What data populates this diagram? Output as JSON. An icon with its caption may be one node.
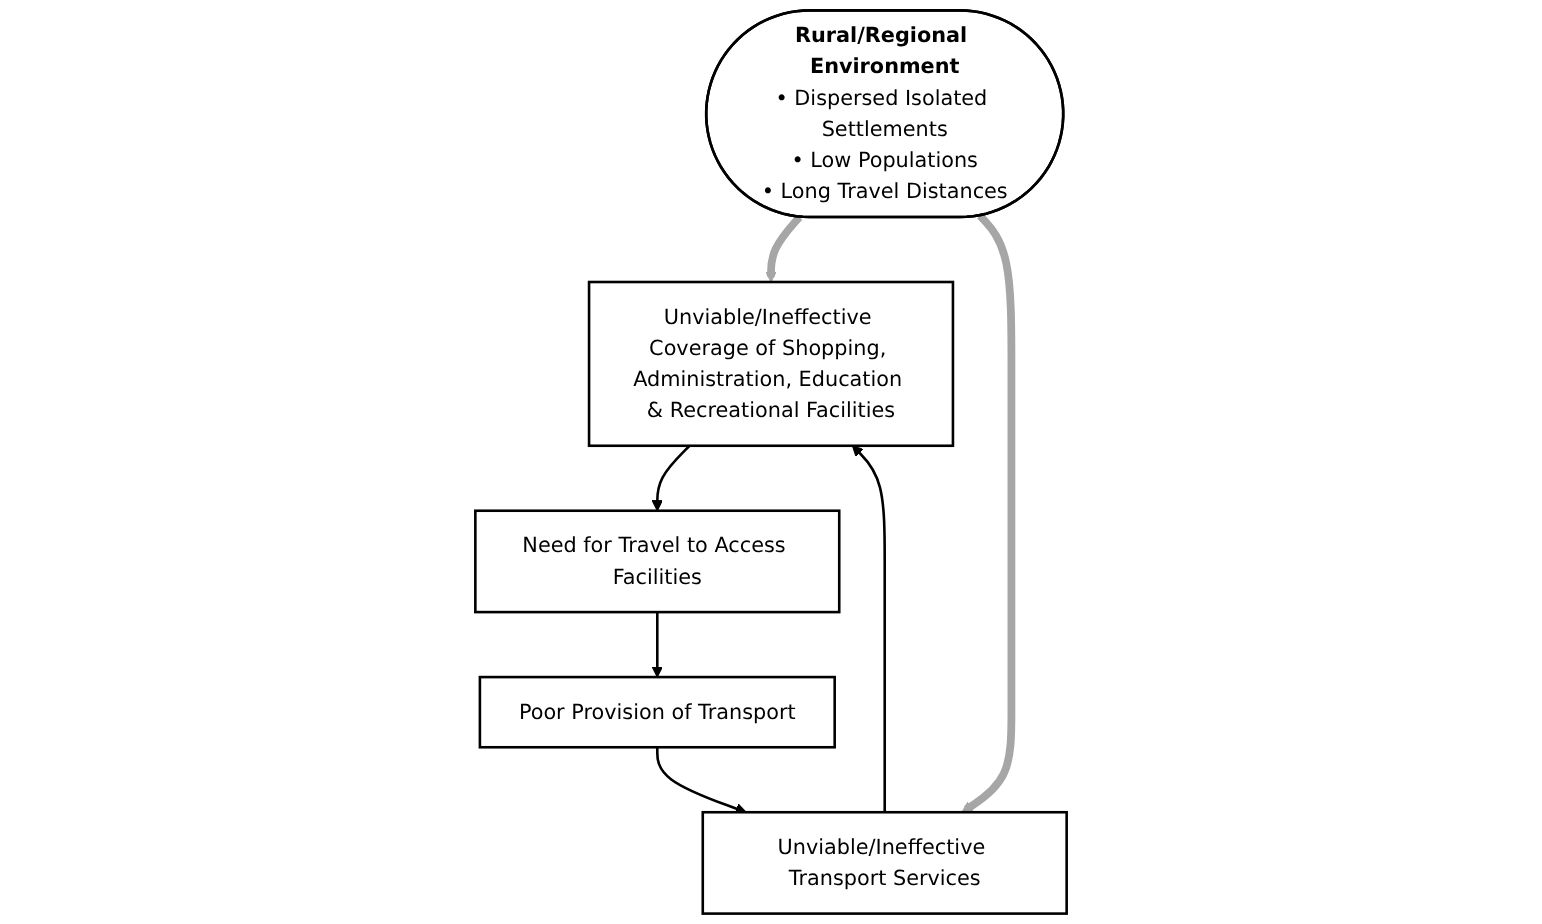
{
  "diagram": {
    "nodes": [
      {
        "text": [
          "Unviable/Ineffective Coverage of Shopping, Administration, Education & Recreational Facilities"
        ]
      },
      {
        "text": [
          "Unviable/Ineffective Transport Services"
        ]
      },
      {
        "text": [
          "Rural/Regional Environment",
          "• Dispersed Isolated Settlements",
          "• Low Populations",
          "• Long Travel Distances"
        ]
      },
      {
        "text": [
          "Need for Travel to Access Facilities"
        ]
      },
      {
        "text": [
          "Poor Provision of Transport"
        ]
      }
    ],
    "edges": [
      {
        "from": 1,
        "to": 0,
        "arrow": "to"
      },
      {
        "from": 0,
        "to": 3,
        "arrow": "to"
      },
      {
        "from": 3,
        "to": 4,
        "arrow": "to"
      },
      {
        "from": 4,
        "to": 1,
        "arrow": "to"
      },
      {
        "from": 2,
        "to": 0,
        "arrow": "to",
        "style": "thick",
        "color": "#a6a6a6"
      },
      {
        "from": 2,
        "to": 1,
        "arrow": "to",
        "style": "thick",
        "color": "#a6a6a6"
      }
    ]
  }
}
